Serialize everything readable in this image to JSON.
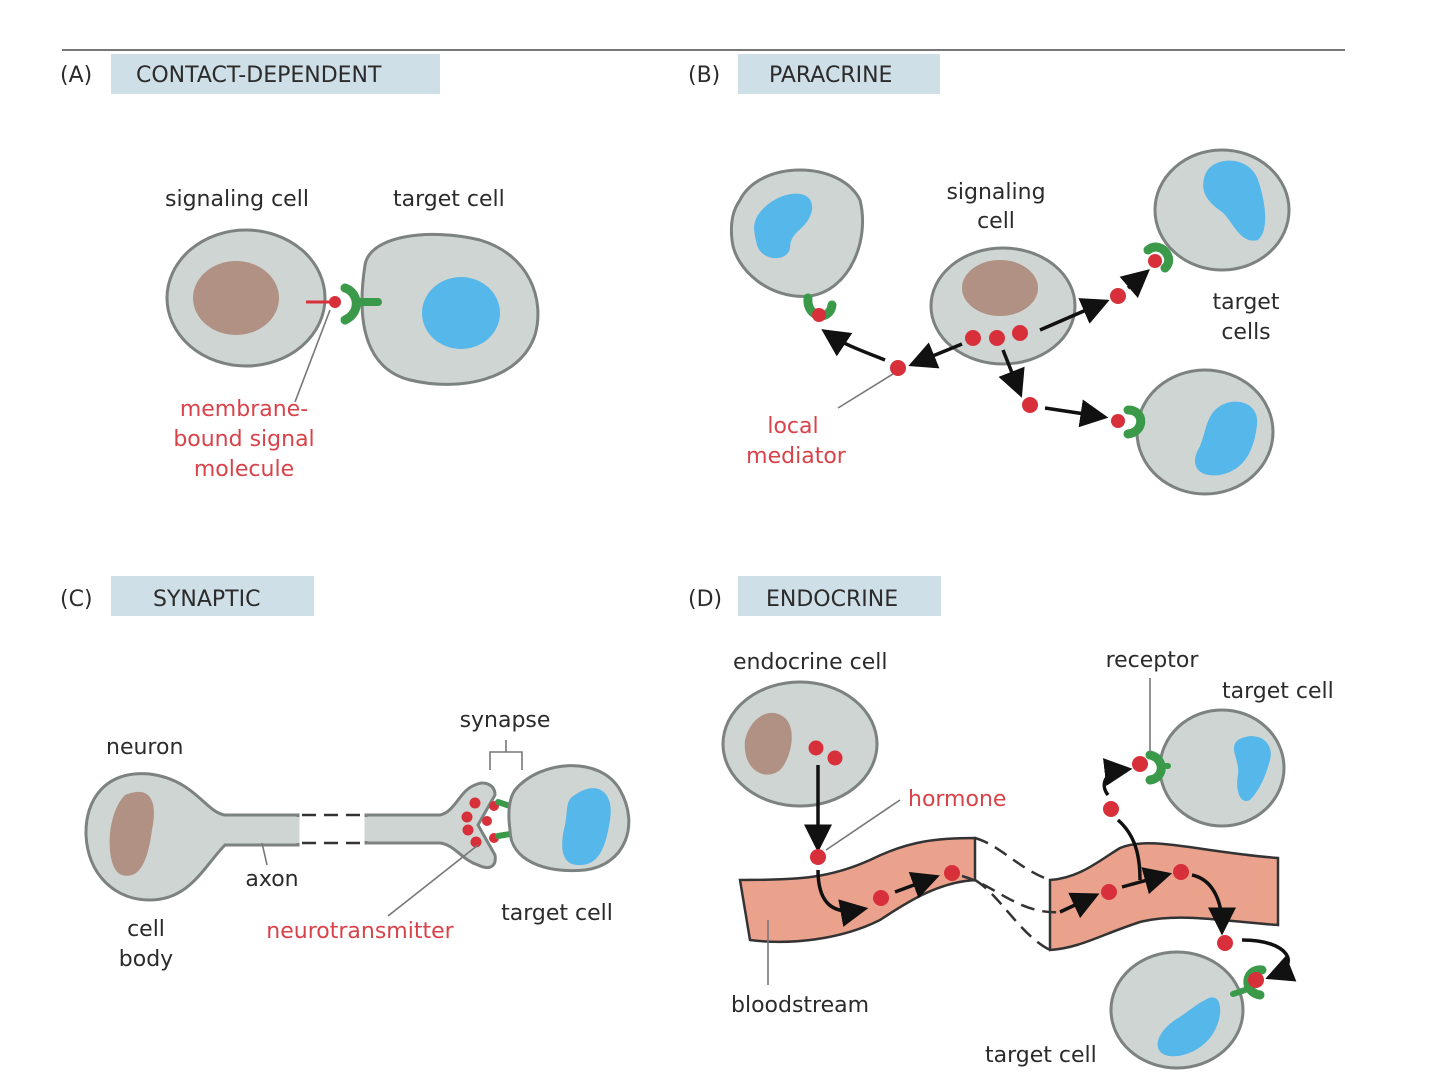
{
  "figure": {
    "panels": [
      {
        "letter": "(A)",
        "title": "CONTACT-DEPENDENT",
        "labels": {
          "signaling_cell": "signaling cell",
          "target_cell": "target cell",
          "signal_line1": "membrane-",
          "signal_line2": "bound signal",
          "signal_line3": "molecule"
        }
      },
      {
        "letter": "(B)",
        "title": "PARACRINE",
        "labels": {
          "signaling_line1": "signaling",
          "signaling_line2": "cell",
          "target_line1": "target",
          "target_line2": "cells",
          "mediator_line1": "local",
          "mediator_line2": "mediator"
        }
      },
      {
        "letter": "(C)",
        "title": "SYNAPTIC",
        "labels": {
          "neuron": "neuron",
          "synapse": "synapse",
          "axon": "axon",
          "cell_body_line1": "cell",
          "cell_body_line2": "body",
          "neurotransmitter": "neurotransmitter",
          "target_cell": "target cell"
        }
      },
      {
        "letter": "(D)",
        "title": "ENDOCRINE",
        "labels": {
          "endocrine_cell": "endocrine cell",
          "receptor": "receptor",
          "target_cell_top": "target cell",
          "hormone": "hormone",
          "bloodstream": "bloodstream",
          "target_cell_bottom": "target cell"
        }
      }
    ],
    "colors": {
      "header_bg": "#cfdfe7",
      "cell_fill": "#cfd5d2",
      "nucleus_signaling": "#b09184",
      "nucleus_target": "#55b7ea",
      "signal_molecule": "#d8303a",
      "receptor": "#3a9a4a",
      "bloodstream": "#eba28d",
      "red_label": "#d8434a"
    }
  }
}
